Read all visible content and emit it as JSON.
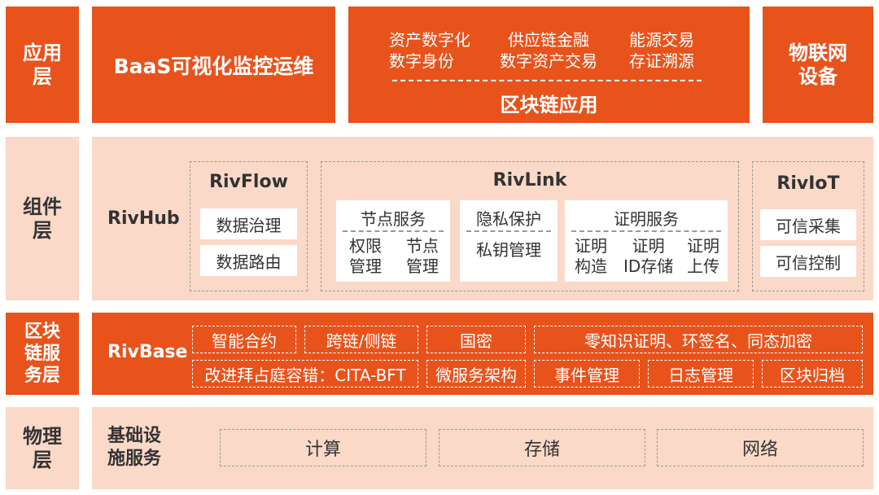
{
  "app_layer": {
    "label": "应用层",
    "label_lines": [
      "应用",
      "层"
    ],
    "baas": "BaaS可视化监控运维",
    "apps_row1": [
      "资产数字化",
      "供应链金融",
      "能源交易"
    ],
    "apps_row2": [
      "数字身份",
      "数字资产交易",
      "存证溯源"
    ],
    "blockchain_app": "区块链应用",
    "iot_lines": [
      "物联网",
      "设备"
    ]
  },
  "component_layer": {
    "label": "组件层",
    "label_lines": [
      "组件",
      "层"
    ],
    "rivhub": "RivHub",
    "rivflow": {
      "title": "RivFlow",
      "items": [
        "数据治理",
        "数据路由"
      ]
    },
    "rivlink": {
      "title": "RivLink",
      "node_service": {
        "title": "节点服务",
        "items": [
          [
            "权限",
            "管理"
          ],
          [
            "节点",
            "管理"
          ]
        ]
      },
      "privacy": {
        "title": "隐私保护",
        "items": [
          "私钥管理"
        ]
      },
      "proof_service": {
        "title": "证明服务",
        "items": [
          [
            "证明",
            "构造"
          ],
          [
            "证明",
            "ID存储"
          ],
          [
            "证明",
            "上传"
          ]
        ]
      }
    },
    "riviot": {
      "title": "RivIoT",
      "items": [
        "可信采集",
        "可信控制"
      ]
    }
  },
  "chain_layer": {
    "label": "区块链服务层",
    "label_lines": [
      "区块",
      "链服",
      "务层"
    ],
    "rivbase": "RivBase",
    "row1": [
      "智能合约",
      "跨链/侧链",
      "国密",
      "零知识证明、环签名、同态加密"
    ],
    "row2": [
      "改进拜占庭容错：CITA-BFT",
      "微服务架构",
      "事件管理",
      "日志管理",
      "区块归档"
    ]
  },
  "physical_layer": {
    "label": "物理层",
    "label_lines": [
      "物理",
      "层"
    ],
    "infra_lines": [
      "基础设",
      "施服务"
    ],
    "items": [
      "计算",
      "存储",
      "网络"
    ]
  },
  "colors": {
    "orange": "#E8531C",
    "peach": "#FAD9C8",
    "white": "#FFFFFF",
    "text": "#333333"
  }
}
